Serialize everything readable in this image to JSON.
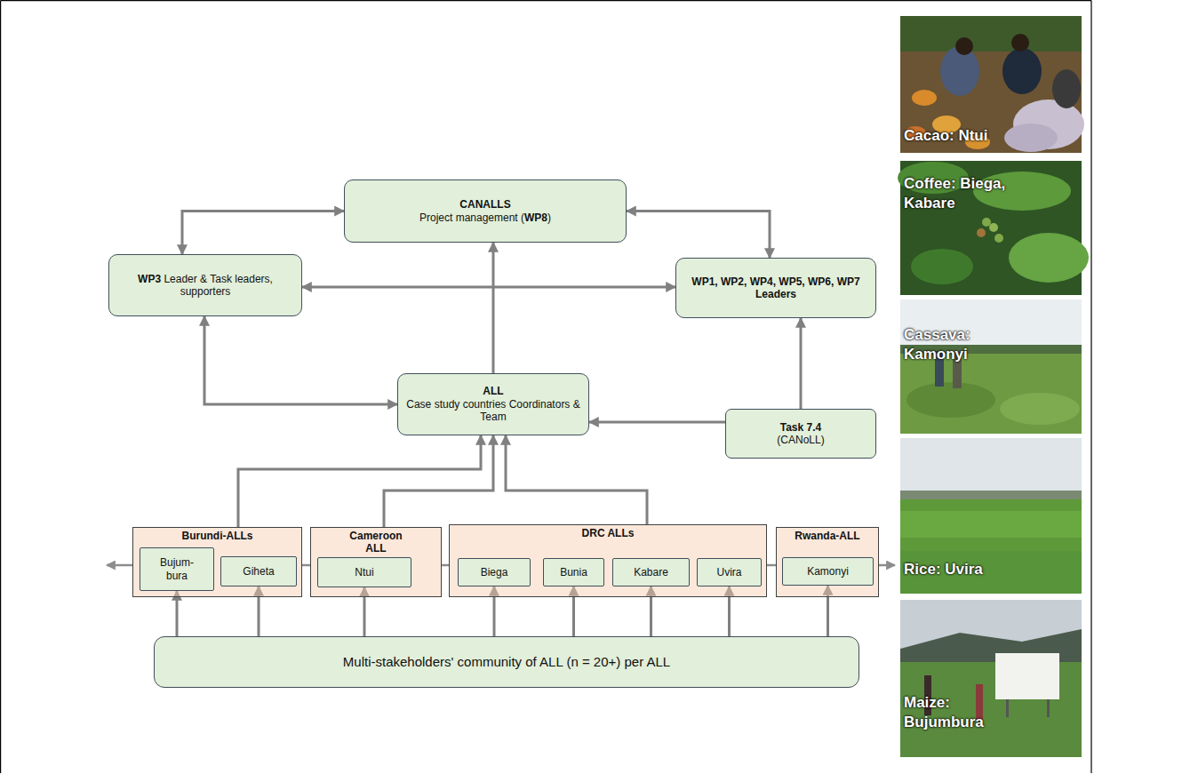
{
  "diagram": {
    "nodes": [
      {
        "text": [
          "CANALLS",
          "Project management (WP8)"
        ]
      },
      {
        "text": [
          "WP3 Leader & Task leaders, supporters"
        ]
      },
      {
        "text": [
          "WP1, WP2, WP4, WP5, WP6, WP7 Leaders"
        ]
      },
      {
        "text": [
          "ALL",
          "Case study countries Coordinators & Team"
        ]
      },
      {
        "text": [
          "Task 7.4",
          "(CANoLL)"
        ]
      },
      {
        "text": [
          "Burundi-ALLs"
        ]
      },
      {
        "text": [
          "Bujum- bura"
        ],
        "in": 5
      },
      {
        "text": [
          "Giheta"
        ],
        "in": 5
      },
      {
        "text": [
          "Cameroon ALL"
        ]
      },
      {
        "text": [
          "Ntui"
        ],
        "in": 8
      },
      {
        "text": [
          "DRC ALLs"
        ]
      },
      {
        "text": [
          "Biega"
        ],
        "in": 10
      },
      {
        "text": [
          "Bunia"
        ],
        "in": 10
      },
      {
        "text": [
          "Kabare"
        ],
        "in": 10
      },
      {
        "text": [
          "Uvira"
        ],
        "in": 10
      },
      {
        "text": [
          "Rwanda-ALL"
        ]
      },
      {
        "text": [
          "Kamonyi"
        ],
        "in": 15
      },
      {
        "text": [
          "Multi-stakeholders' community of ALL (n = 20+) per ALL"
        ]
      }
    ],
    "edges": [
      {
        "from": 1,
        "to": 0,
        "arrow": "both"
      },
      {
        "from": 2,
        "to": 0,
        "arrow": "both"
      },
      {
        "from": 1,
        "to": 2,
        "arrow": "both"
      },
      {
        "from": 3,
        "to": 0,
        "arrow": "to"
      },
      {
        "from": 1,
        "to": 3,
        "arrow": "both"
      },
      {
        "from": 4,
        "to": 3,
        "arrow": "to"
      },
      {
        "from": 4,
        "to": 2,
        "arrow": "to"
      },
      {
        "from": 5,
        "to": 3,
        "arrow": "to"
      },
      {
        "from": 8,
        "to": 3,
        "arrow": "to"
      },
      {
        "from": 10,
        "to": 3,
        "arrow": "to"
      },
      {
        "from": 17,
        "to": 6,
        "arrow": "to"
      },
      {
        "from": 17,
        "to": 7,
        "arrow": "to"
      },
      {
        "from": 17,
        "to": 9,
        "arrow": "to"
      },
      {
        "from": 17,
        "to": 11,
        "arrow": "to"
      },
      {
        "from": 17,
        "to": 12,
        "arrow": "to"
      },
      {
        "from": 17,
        "to": 13,
        "arrow": "to"
      },
      {
        "from": 17,
        "to": 14,
        "arrow": "to"
      },
      {
        "from": 17,
        "to": 16,
        "arrow": "to"
      }
    ],
    "labels": [
      "Cacao: Ntui",
      "Coffee: Biega, Kabare",
      "Cassava: Kamonyi",
      "Rice: Uvira",
      "Maize: Bujumbura"
    ]
  }
}
